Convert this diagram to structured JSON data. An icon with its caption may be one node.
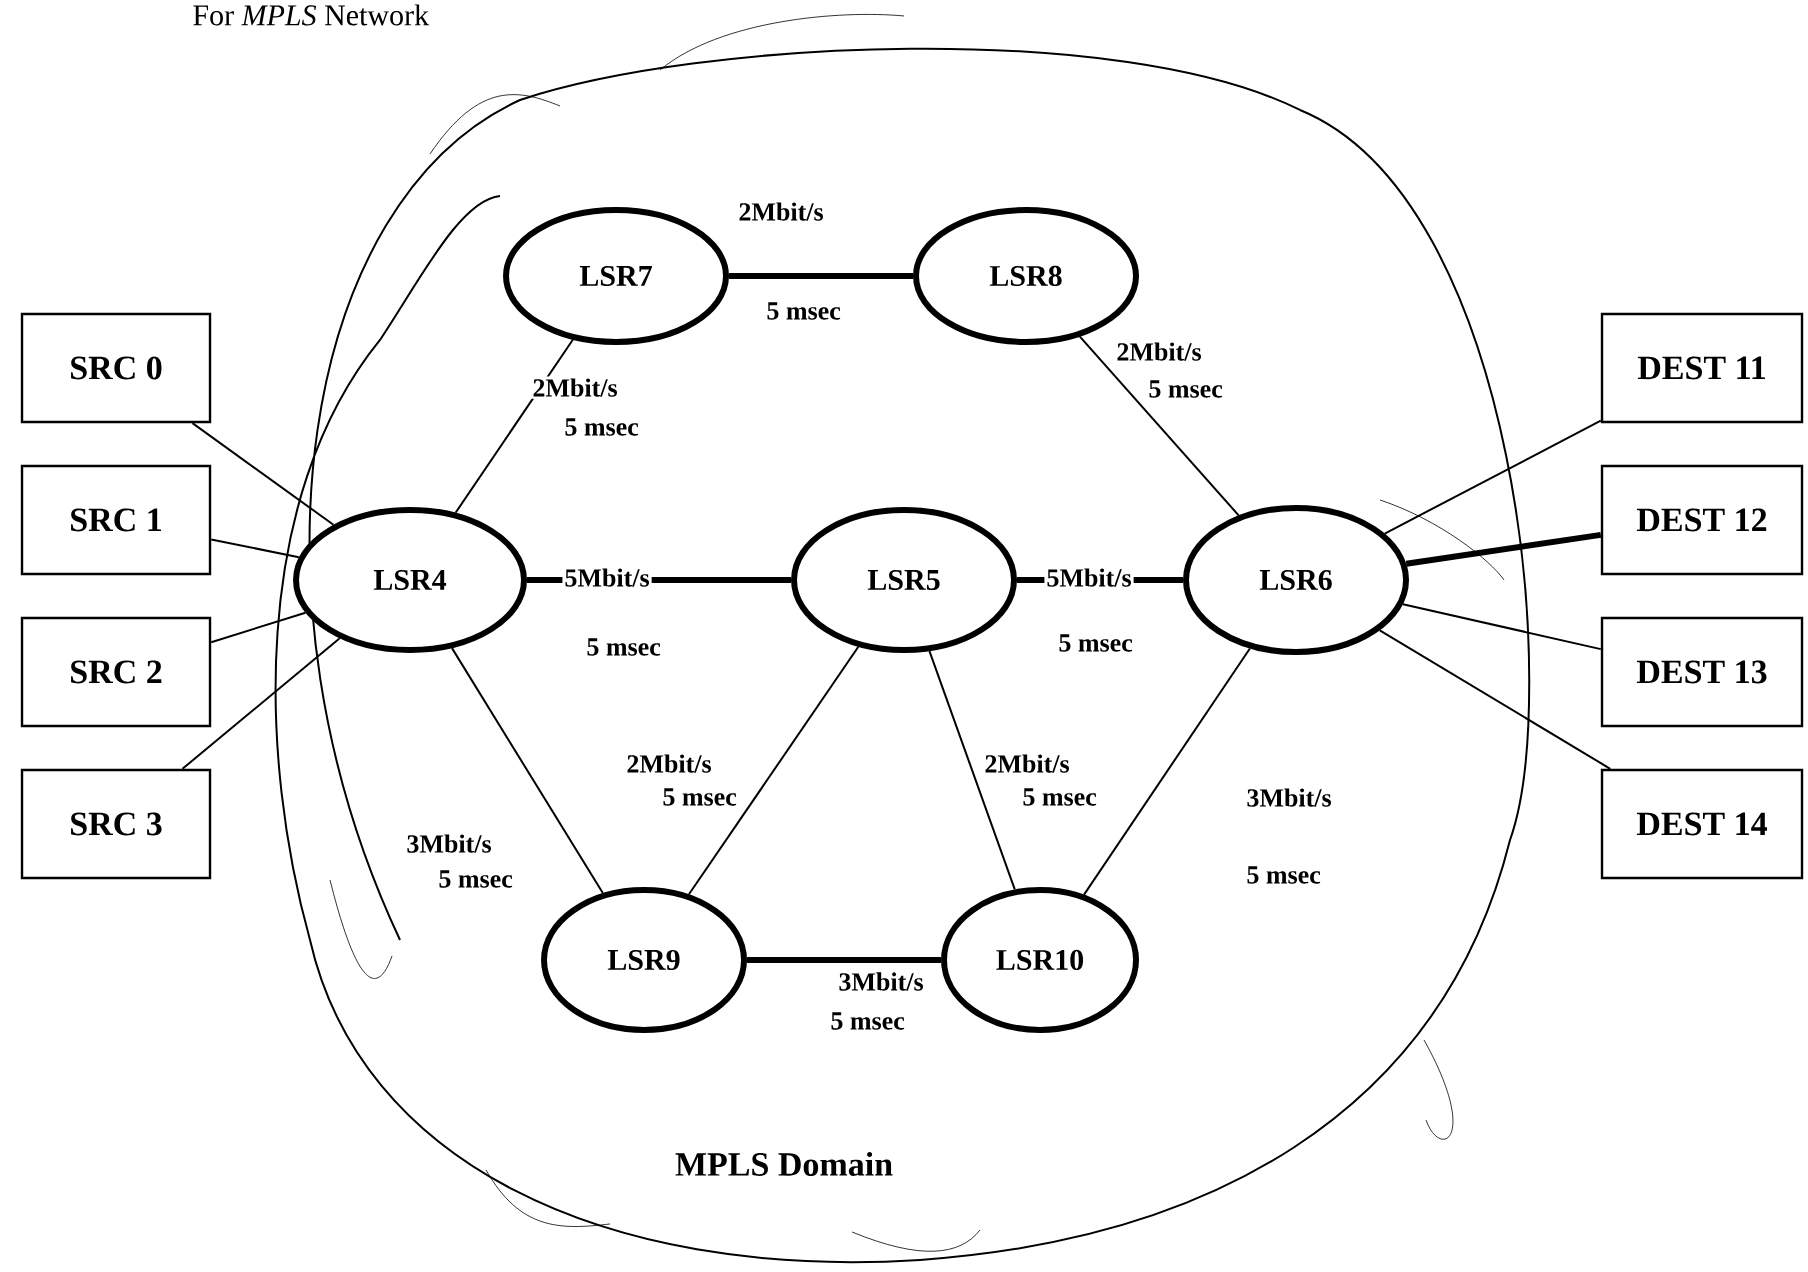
{
  "diagram": {
    "title": "For *MPLS* Network",
    "nodes": [
      {
        "text": [
          "MPLS Domain"
        ]
      },
      {
        "text": [
          "SRC 0"
        ]
      },
      {
        "text": [
          "SRC 1"
        ]
      },
      {
        "text": [
          "SRC 2"
        ]
      },
      {
        "text": [
          "SRC 3"
        ]
      },
      {
        "text": [
          "LSR7"
        ],
        "in": 0
      },
      {
        "text": [
          "LSR8"
        ],
        "in": 0
      },
      {
        "text": [
          "LSR4"
        ],
        "in": 0
      },
      {
        "text": [
          "LSR5"
        ],
        "in": 0
      },
      {
        "text": [
          "LSR6"
        ],
        "in": 0
      },
      {
        "text": [
          "LSR9"
        ],
        "in": 0
      },
      {
        "text": [
          "LSR10"
        ],
        "in": 0
      },
      {
        "text": [
          "DEST 11"
        ]
      },
      {
        "text": [
          "DEST 12"
        ]
      },
      {
        "text": [
          "DEST 13"
        ]
      },
      {
        "text": [
          "DEST 14"
        ]
      }
    ],
    "edges": [
      {
        "from": 1,
        "to": 7,
        "arrow": "none"
      },
      {
        "from": 2,
        "to": 7,
        "arrow": "none"
      },
      {
        "from": 3,
        "to": 7,
        "arrow": "none"
      },
      {
        "from": 4,
        "to": 7,
        "arrow": "none"
      },
      {
        "from": 5,
        "to": 6,
        "arrow": "none",
        "label": "2Mbit/s",
        "style": "thick"
      },
      {
        "from": 5,
        "to": 7,
        "arrow": "none",
        "label": "2Mbit/s"
      },
      {
        "from": 6,
        "to": 9,
        "arrow": "none",
        "label": "2Mbit/s"
      },
      {
        "from": 7,
        "to": 8,
        "arrow": "none",
        "label": "5Mbit/s",
        "style": "thick"
      },
      {
        "from": 8,
        "to": 9,
        "arrow": "none",
        "label": "5Mbit/s",
        "style": "thick"
      },
      {
        "from": 7,
        "to": 10,
        "arrow": "none",
        "label": "3Mbit/s"
      },
      {
        "from": 8,
        "to": 10,
        "arrow": "none",
        "label": "2Mbit/s"
      },
      {
        "from": 8,
        "to": 11,
        "arrow": "none",
        "label": "2Mbit/s"
      },
      {
        "from": 9,
        "to": 11,
        "arrow": "none",
        "label": "3Mbit/s"
      },
      {
        "from": 10,
        "to": 11,
        "arrow": "none",
        "label": "3Mbit/s",
        "style": "thick"
      },
      {
        "from": 9,
        "to": 12,
        "arrow": "none"
      },
      {
        "from": 9,
        "to": 13,
        "arrow": "none",
        "style": "thick"
      },
      {
        "from": 9,
        "to": 14,
        "arrow": "none"
      },
      {
        "from": 9,
        "to": 15,
        "arrow": "none"
      }
    ],
    "labels": [
      "5 msec",
      "5 msec",
      "5 msec",
      "5 msec",
      "5 msec",
      "5 msec",
      "5 msec",
      "5 msec",
      "5 msec",
      "5 msec"
    ]
  }
}
